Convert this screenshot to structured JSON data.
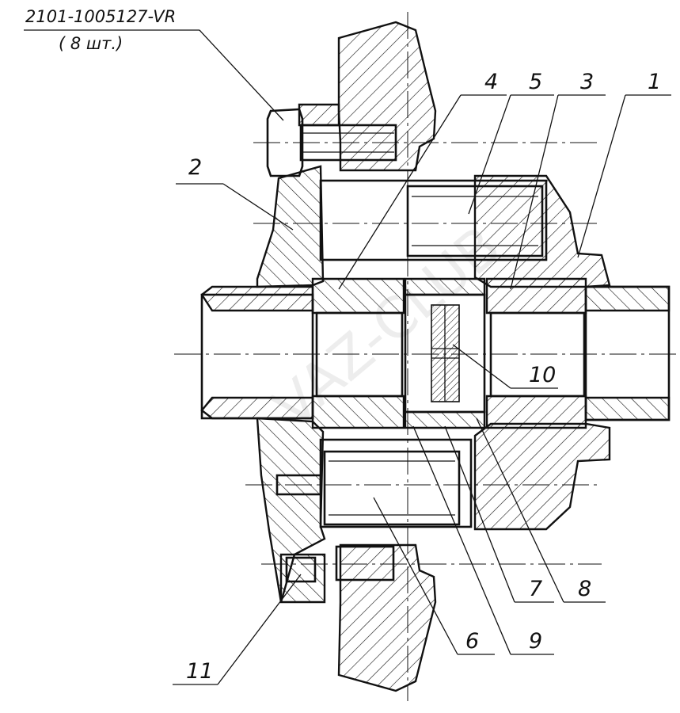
{
  "part_number": "2101-1005127-VR",
  "quantity": "( 8 шт.)",
  "callouts": [
    "1",
    "2",
    "3",
    "4",
    "5",
    "6",
    "7",
    "8",
    "9",
    "10",
    "11"
  ]
}
